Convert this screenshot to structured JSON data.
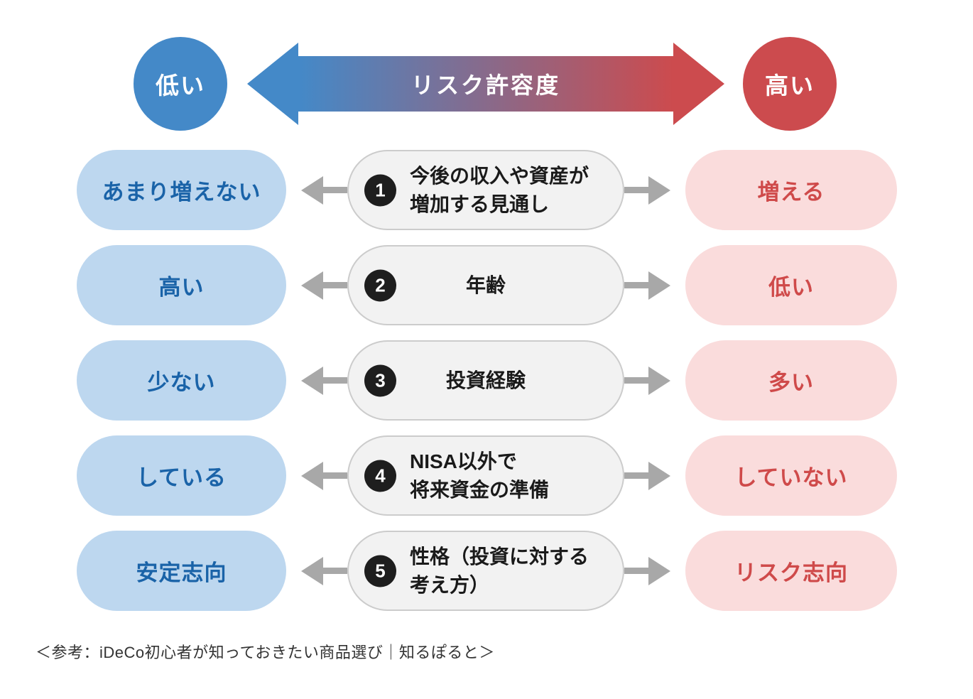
{
  "header": {
    "low_label": "低い",
    "high_label": "高い",
    "arrow_label": "リスク許容度"
  },
  "rows": [
    {
      "number": "1",
      "low": "あまり増えない",
      "factor_line1": "今後の収入や資産が",
      "factor_line2": "増加する見通し",
      "high": "増える"
    },
    {
      "number": "2",
      "low": "高い",
      "factor_line1": "年齢",
      "factor_line2": "",
      "high": "低い"
    },
    {
      "number": "3",
      "low": "少ない",
      "factor_line1": "投資経験",
      "factor_line2": "",
      "high": "多い"
    },
    {
      "number": "4",
      "low": "している",
      "factor_line1": "NISA以外で",
      "factor_line2": "将来資金の準備",
      "high": "していない"
    },
    {
      "number": "5",
      "low": "安定志向",
      "factor_line1": "性格（投資に対する",
      "factor_line2": "考え方）",
      "high": "リスク志向"
    }
  ],
  "footer": {
    "caption": "＜参考：iDeCo初心者が知っておきたい商品選び｜知るぽると＞"
  },
  "colors": {
    "blue": "#4489C8",
    "red": "#CC4B4E",
    "light_blue": "#BDD7EF",
    "blue_text": "#1A63A8",
    "light_pink": "#FADCDC",
    "red_text": "#CF4A4A",
    "center_bg": "#F2F2F2",
    "center_border": "#CCCCCC",
    "arrow_gray": "#A8A8A8",
    "number_bg": "#1E1E1E",
    "factor_text": "#1A1A1A",
    "caption": "#333333"
  }
}
